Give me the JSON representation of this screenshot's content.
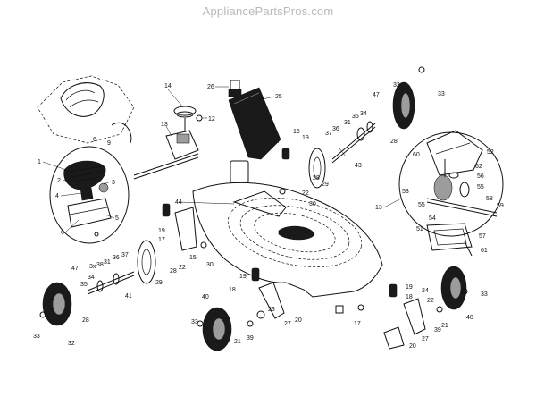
{
  "watermark": "AppliancePartsPros.com",
  "labels": [
    {
      "id": "c1",
      "text": "1"
    },
    {
      "id": "c2",
      "text": "2"
    },
    {
      "id": "c3",
      "text": "3"
    },
    {
      "id": "c4",
      "text": "4"
    },
    {
      "id": "c5",
      "text": "5"
    },
    {
      "id": "c6a",
      "text": "6"
    },
    {
      "id": "c6b",
      "text": "6"
    },
    {
      "id": "c9",
      "text": "9"
    },
    {
      "id": "c14",
      "text": "14"
    },
    {
      "id": "c12",
      "text": "12"
    },
    {
      "id": "c13a",
      "text": "13"
    },
    {
      "id": "c26",
      "text": "26"
    },
    {
      "id": "c25",
      "text": "25"
    },
    {
      "id": "c16",
      "text": "16"
    },
    {
      "id": "c19a",
      "text": "19"
    },
    {
      "id": "c17a",
      "text": "17"
    },
    {
      "id": "c28a",
      "text": "28"
    },
    {
      "id": "c22a",
      "text": "22"
    },
    {
      "id": "c29a",
      "text": "29"
    },
    {
      "id": "c30a",
      "text": "30"
    },
    {
      "id": "c37a",
      "text": "37"
    },
    {
      "id": "c36a",
      "text": "36"
    },
    {
      "id": "c31a",
      "text": "31"
    },
    {
      "id": "c35a",
      "text": "35"
    },
    {
      "id": "c34a",
      "text": "34"
    },
    {
      "id": "c47a",
      "text": "47"
    },
    {
      "id": "c32a",
      "text": "32"
    },
    {
      "id": "c33a",
      "text": "33"
    },
    {
      "id": "c28b",
      "text": "28"
    },
    {
      "id": "c43",
      "text": "43"
    },
    {
      "id": "c44",
      "text": "44"
    },
    {
      "id": "c19b",
      "text": "19"
    },
    {
      "id": "c17b",
      "text": "17"
    },
    {
      "id": "c15",
      "text": "15"
    },
    {
      "id": "c30b",
      "text": "30"
    },
    {
      "id": "c47b",
      "text": "47"
    },
    {
      "id": "c3x",
      "text": "3x"
    },
    {
      "id": "c38",
      "text": "38"
    },
    {
      "id": "c31b",
      "text": "31"
    },
    {
      "id": "c36b",
      "text": "36"
    },
    {
      "id": "c37b",
      "text": "37"
    },
    {
      "id": "c34b",
      "text": "34"
    },
    {
      "id": "c35b",
      "text": "35"
    },
    {
      "id": "c41",
      "text": "41"
    },
    {
      "id": "c29b",
      "text": "29"
    },
    {
      "id": "c28c",
      "text": "28"
    },
    {
      "id": "c22b",
      "text": "22"
    },
    {
      "id": "c28d",
      "text": "28"
    },
    {
      "id": "c33b",
      "text": "33"
    },
    {
      "id": "c32b",
      "text": "32"
    },
    {
      "id": "c19c",
      "text": "19"
    },
    {
      "id": "c18a",
      "text": "18"
    },
    {
      "id": "c40a",
      "text": "40"
    },
    {
      "id": "c33c",
      "text": "33"
    },
    {
      "id": "c21a",
      "text": "21"
    },
    {
      "id": "c39a",
      "text": "39"
    },
    {
      "id": "c23",
      "text": "23"
    },
    {
      "id": "c27a",
      "text": "27"
    },
    {
      "id": "c20a",
      "text": "20"
    },
    {
      "id": "c17c",
      "text": "17"
    },
    {
      "id": "c13b",
      "text": "13"
    },
    {
      "id": "c60",
      "text": "60"
    },
    {
      "id": "c52",
      "text": "52"
    },
    {
      "id": "c62",
      "text": "62"
    },
    {
      "id": "c56",
      "text": "56"
    },
    {
      "id": "c53",
      "text": "53"
    },
    {
      "id": "c55a",
      "text": "55"
    },
    {
      "id": "c55b",
      "text": "55"
    },
    {
      "id": "c58",
      "text": "58"
    },
    {
      "id": "c59",
      "text": "59"
    },
    {
      "id": "c54",
      "text": "54"
    },
    {
      "id": "c51",
      "text": "51"
    },
    {
      "id": "c57",
      "text": "57"
    },
    {
      "id": "c61",
      "text": "61"
    },
    {
      "id": "c19d",
      "text": "19"
    },
    {
      "id": "c18b",
      "text": "18"
    },
    {
      "id": "c24",
      "text": "24"
    },
    {
      "id": "c22c",
      "text": "22"
    },
    {
      "id": "c21b",
      "text": "21"
    },
    {
      "id": "c39b",
      "text": "39"
    },
    {
      "id": "c27b",
      "text": "27"
    },
    {
      "id": "c20b",
      "text": "20"
    },
    {
      "id": "c40b",
      "text": "40"
    },
    {
      "id": "c33d",
      "text": "33"
    }
  ]
}
